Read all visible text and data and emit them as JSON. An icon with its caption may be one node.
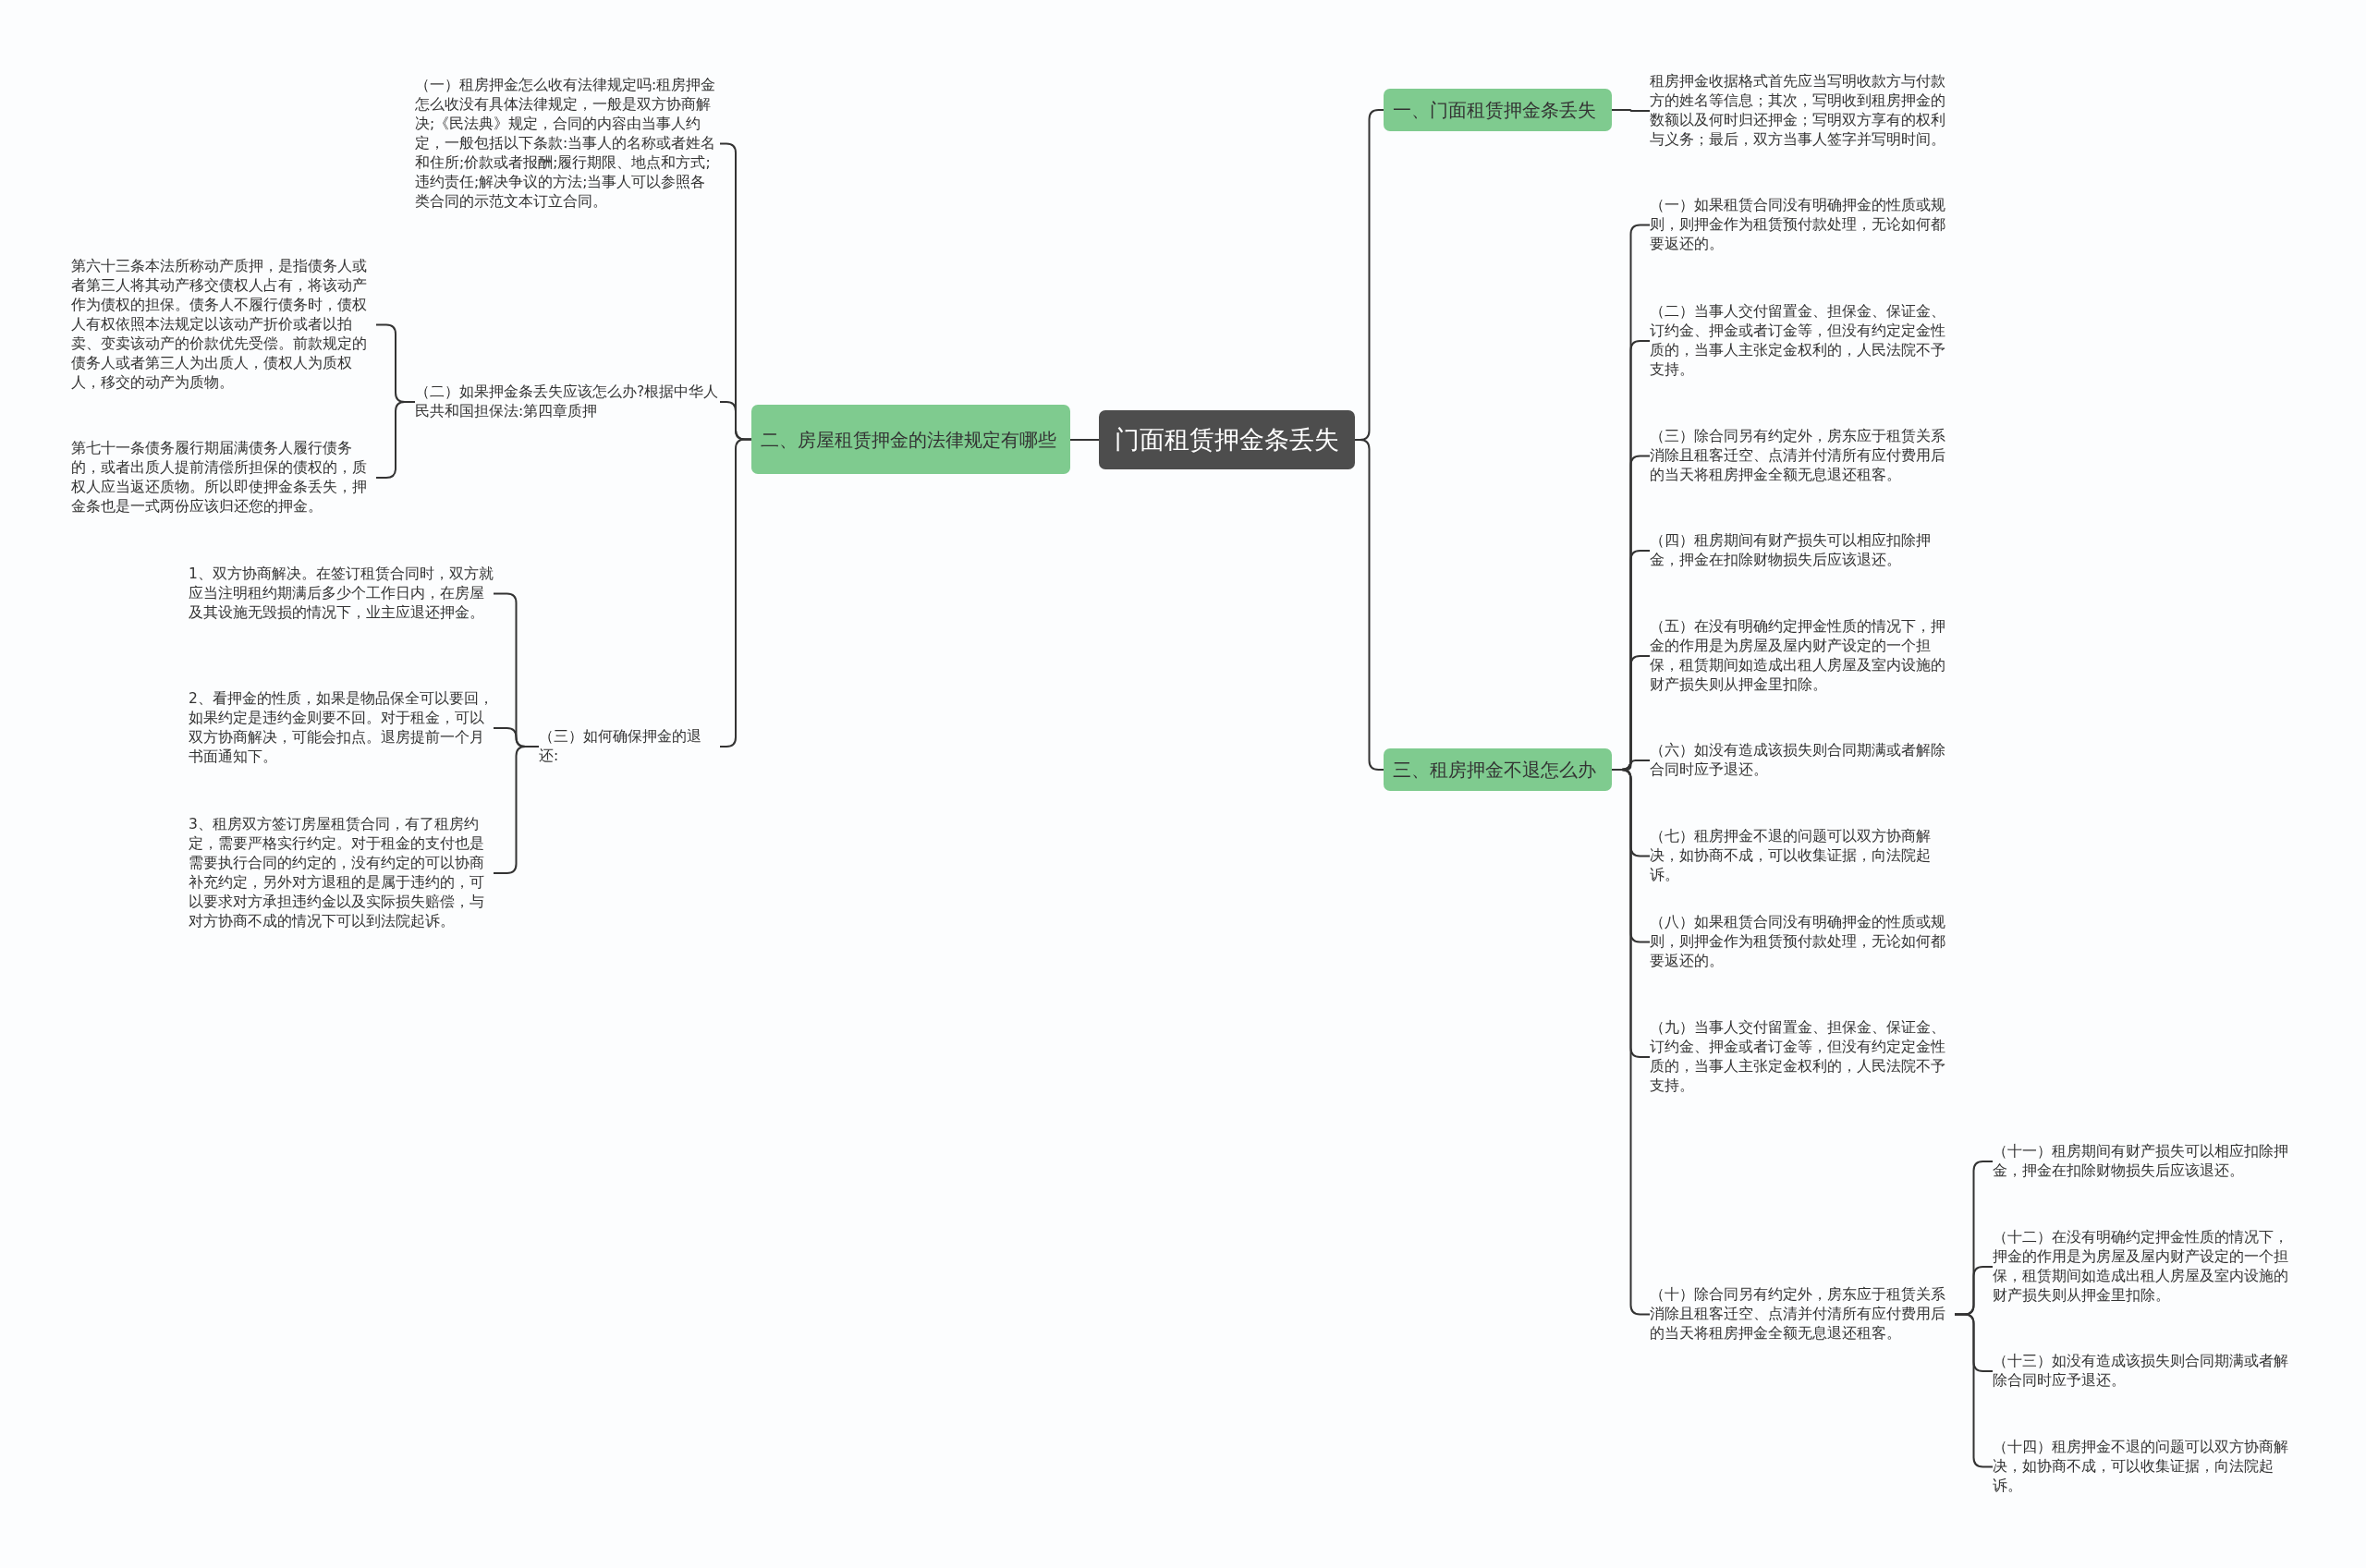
{
  "diagram": {
    "nodes": [
      {
        "text": [
          "门面租赁押金条丢失"
        ]
      },
      {
        "text": [
          "二、房屋租赁押金的法律规定有哪些"
        ]
      },
      {
        "text": [
          "（一）租房押金怎么收有法律规定吗:租房押金怎么收没有具体法律规定，一般是双方协商解决;《民法典》规定，合同的内容由当事人约定，一般包括以下条款:当事人的名称或者姓名和住所;价款或者报酬;履行期限、地点和方式;违约责任;解决争议的方法;当事人可以参照各类合同的示范文本订立合同。"
        ]
      },
      {
        "text": [
          "（二）如果押金条丢失应该怎么办?根据中华人民共和国担保法:第四章质押"
        ]
      },
      {
        "text": [
          "第六十三条本法所称动产质押，是指债务人或者第三人将其动产移交债权人占有，将该动产作为债权的担保。债务人不履行债务时，债权人有权依照本法规定以该动产折价或者以拍卖、变卖该动产的价款优先受偿。前款规定的债务人或者第三人为出质人，债权人为质权人，移交的动产为质物。"
        ]
      },
      {
        "text": [
          "第七十一条债务履行期届满债务人履行债务的，或者出质人提前清偿所担保的债权的，质权人应当返还质物。所以即使押金条丢失，押金条也是一式两份应该归还您的押金。"
        ]
      },
      {
        "text": [
          "（三）如何确保押金的退还:"
        ]
      },
      {
        "text": [
          "1、双方协商解决。在签订租赁合同时，双方就应当注明租约期满后多少个工作日内，在房屋及其设施无毁损的情况下，业主应退还押金。"
        ]
      },
      {
        "text": [
          "2、看押金的性质，如果是物品保全可以要回，如果约定是违约金则要不回。对于租金，可以双方协商解决，可能会扣点。退房提前一个月书面通知下。"
        ]
      },
      {
        "text": [
          "3、租房双方签订房屋租赁合同，有了租房约定，需要严格实行约定。对于租金的支付也是需要执行合同的约定的，没有约定的可以协商补充约定，另外对方退租的是属于违约的，可以要求对方承担违约金以及实际损失赔偿，与对方协商不成的情况下可以到法院起诉。"
        ]
      },
      {
        "text": [
          "一、门面租赁押金条丢失"
        ]
      },
      {
        "text": [
          "租房押金收据格式首先应当写明收款方与付款方的姓名等信息；其次，写明收到租房押金的数额以及何时归还押金；写明双方享有的权利与义务；最后，双方当事人签字并写明时间。"
        ]
      },
      {
        "text": [
          "三、租房押金不退怎么办"
        ]
      },
      {
        "text": [
          "（一）如果租赁合同没有明确押金的性质或规则，则押金作为租赁预付款处理，无论如何都要返还的。"
        ]
      },
      {
        "text": [
          "（二）当事人交付留置金、担保金、保证金、订约金、押金或者订金等，但没有约定定金性质的，当事人主张定金权利的，人民法院不予支持。"
        ]
      },
      {
        "text": [
          "（三）除合同另有约定外，房东应于租赁关系消除且租客迁空、点清并付清所有应付费用后的当天将租房押金全额无息退还租客。"
        ]
      },
      {
        "text": [
          "（四）租房期间有财产损失可以相应扣除押金，押金在扣除财物损失后应该退还。"
        ]
      },
      {
        "text": [
          "（五）在没有明确约定押金性质的情况下，押金的作用是为房屋及屋内财产设定的一个担保，租赁期间如造成出租人房屋及室内设施的财产损失则从押金里扣除。"
        ]
      },
      {
        "text": [
          "（六）如没有造成该损失则合同期满或者解除合同时应予退还。"
        ]
      },
      {
        "text": [
          "（七）租房押金不退的问题可以双方协商解决，如协商不成，可以收集证据，向法院起诉。"
        ]
      },
      {
        "text": [
          "（八）如果租赁合同没有明确押金的性质或规则，则押金作为租赁预付款处理，无论如何都要返还的。"
        ]
      },
      {
        "text": [
          "（九）当事人交付留置金、担保金、保证金、订约金、押金或者订金等，但没有约定定金性质的，当事人主张定金权利的，人民法院不予支持。"
        ]
      },
      {
        "text": [
          "（十）除合同另有约定外，房东应于租赁关系消除且租客迁空、点清并付清所有应付费用后的当天将租房押金全额无息退还租客。"
        ]
      },
      {
        "text": [
          "（十一）租房期间有财产损失可以相应扣除押金，押金在扣除财物损失后应该退还。"
        ]
      },
      {
        "text": [
          "（十二）在没有明确约定押金性质的情况下，押金的作用是为房屋及屋内财产设定的一个担保，租赁期间如造成出租人房屋及室内设施的财产损失则从押金里扣除。"
        ]
      },
      {
        "text": [
          "（十三）如没有造成该损失则合同期满或者解除合同时应予退还。"
        ]
      },
      {
        "text": [
          "（十四）租房押金不退的问题可以双方协商解决，如协商不成，可以收集证据，向法院起诉。"
        ]
      }
    ],
    "edges": [
      {
        "from": 0,
        "to": 1,
        "arrow": "none"
      },
      {
        "from": 1,
        "to": 2,
        "arrow": "none"
      },
      {
        "from": 1,
        "to": 3,
        "arrow": "none"
      },
      {
        "from": 1,
        "to": 6,
        "arrow": "none"
      },
      {
        "from": 3,
        "to": 4,
        "arrow": "none"
      },
      {
        "from": 3,
        "to": 5,
        "arrow": "none"
      },
      {
        "from": 6,
        "to": 7,
        "arrow": "none"
      },
      {
        "from": 6,
        "to": 8,
        "arrow": "none"
      },
      {
        "from": 6,
        "to": 9,
        "arrow": "none"
      },
      {
        "from": 0,
        "to": 10,
        "arrow": "none"
      },
      {
        "from": 0,
        "to": 12,
        "arrow": "none"
      },
      {
        "from": 10,
        "to": 11,
        "arrow": "none"
      },
      {
        "from": 12,
        "to": 13,
        "arrow": "none"
      },
      {
        "from": 12,
        "to": 14,
        "arrow": "none"
      },
      {
        "from": 12,
        "to": 15,
        "arrow": "none"
      },
      {
        "from": 12,
        "to": 16,
        "arrow": "none"
      },
      {
        "from": 12,
        "to": 17,
        "arrow": "none"
      },
      {
        "from": 12,
        "to": 18,
        "arrow": "none"
      },
      {
        "from": 12,
        "to": 19,
        "arrow": "none"
      },
      {
        "from": 12,
        "to": 20,
        "arrow": "none"
      },
      {
        "from": 12,
        "to": 21,
        "arrow": "none"
      },
      {
        "from": 12,
        "to": 22,
        "arrow": "none"
      },
      {
        "from": 22,
        "to": 23,
        "arrow": "none"
      },
      {
        "from": 22,
        "to": 24,
        "arrow": "none"
      },
      {
        "from": 22,
        "to": 25,
        "arrow": "none"
      },
      {
        "from": 22,
        "to": 26,
        "arrow": "none"
      }
    ]
  }
}
